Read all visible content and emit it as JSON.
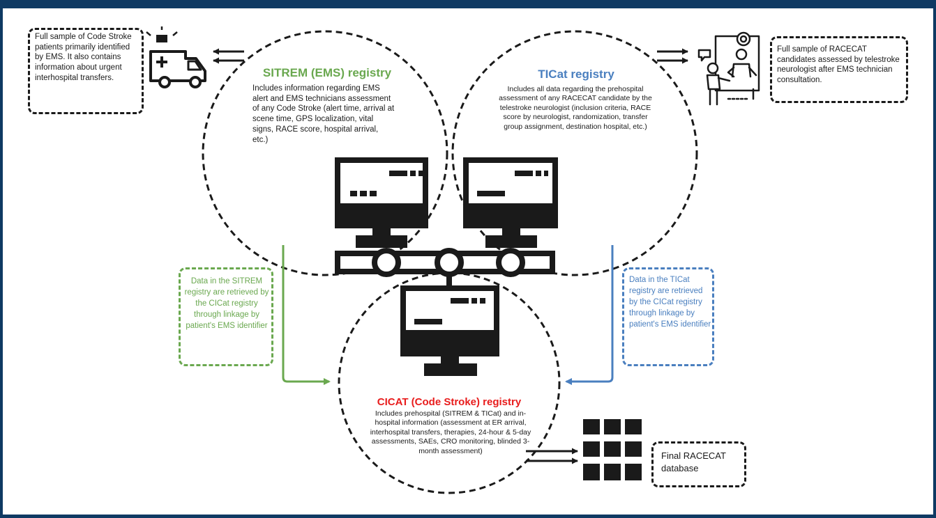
{
  "colors": {
    "frame": "#0f3a63",
    "sitrem": "#6aa84f",
    "ticat": "#4a7fbf",
    "cicat": "#e81c1c",
    "ink": "#1a1a1a"
  },
  "icons": [
    "ambulance-icon",
    "telestroke-neurologist-icon",
    "computer-icon",
    "database-grid-icon"
  ],
  "sources": {
    "ems": "Full sample of Code Stroke patients primarily identified by EMS. It also contains information about urgent interhospital transfers.",
    "racecat": "Full sample of RACECAT candidates assessed by telestroke neurologist after EMS technician consultation."
  },
  "registries": {
    "sitrem": {
      "title": "SITREM (EMS) registry",
      "body": "Includes information regarding EMS alert and EMS technicians assessment of any Code Stroke (alert time, arrival at scene time, GPS localization, vital signs, RACE score, hospital arrival, etc.)"
    },
    "ticat": {
      "title": "TICat registry",
      "body": "Includes all data regarding the prehospital assessment of any RACECAT candidate by the telestroke neurologist (inclusion criteria, RACE score by neurologist, randomization, transfer group assignment, destination hospital, etc.)"
    },
    "cicat": {
      "title": "CICAT (Code Stroke) registry",
      "body": "Includes prehospital (SITREM & TICat) and in-hospital information (assessment at ER arrival, interhospital transfers, therapies, 24-hour & 5-day assessments, SAEs, CRO monitoring, blinded 3-month assessment)"
    }
  },
  "linkage": {
    "sitrem": "Data in the SITREM registry are retrieved by the CICat registry through linkage by patient's EMS identifier",
    "ticat": "Data in the TICat registry are retrieved by the CICat registry through linkage by patient's EMS identifier"
  },
  "output": {
    "label": "Final RACECAT database"
  }
}
